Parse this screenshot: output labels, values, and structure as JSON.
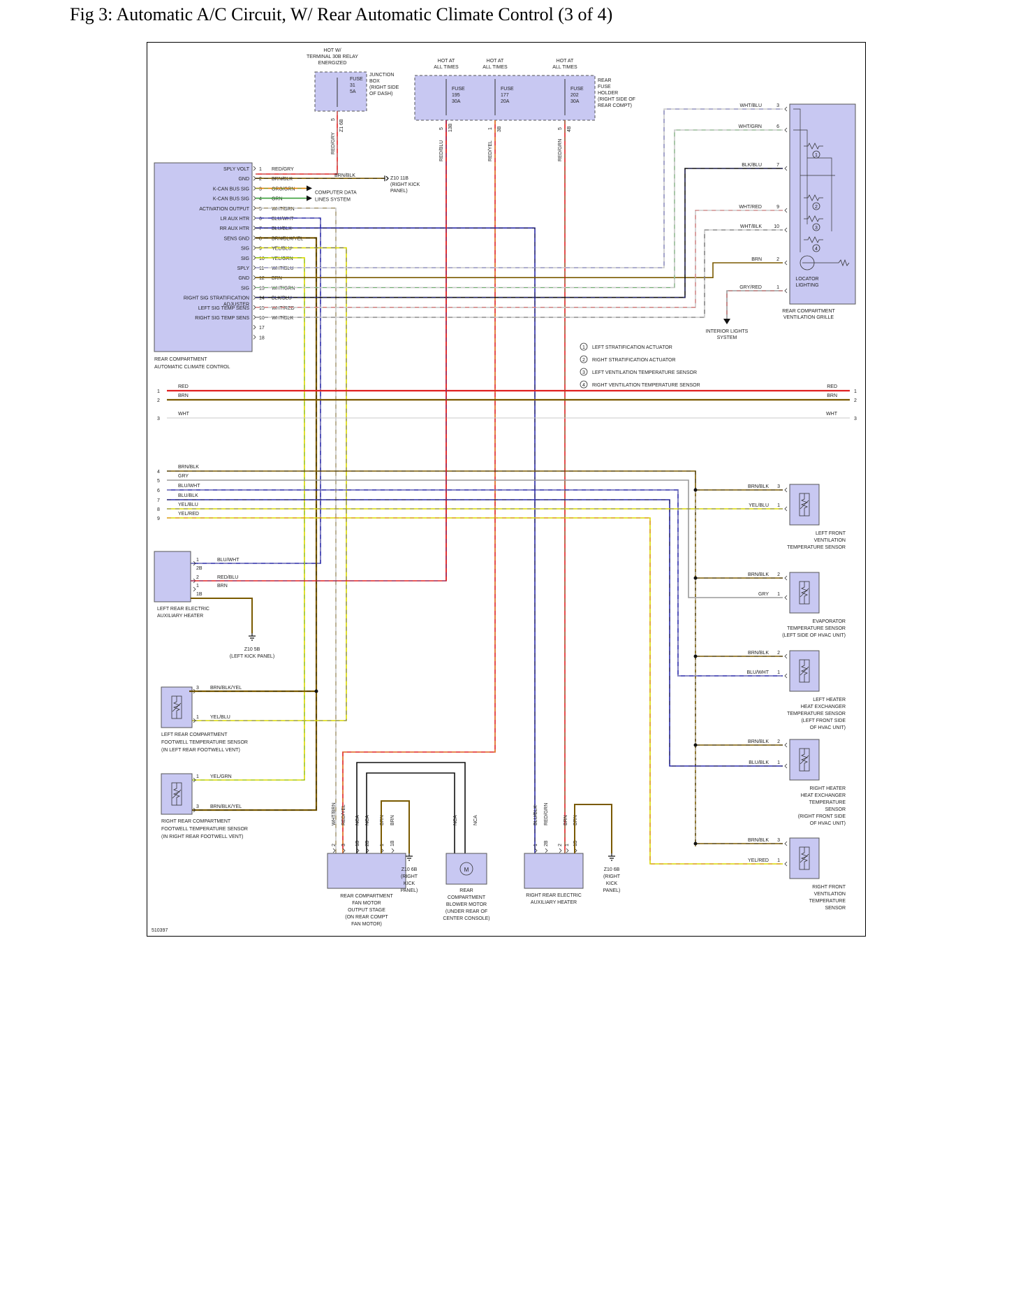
{
  "title": "Fig 3: Automatic A/C Circuit, W/ Rear Automatic Climate Control (3 of 4)",
  "diagram_id": "510397",
  "colors": {
    "RED": "#e02020",
    "BRN": "#7a5a00",
    "WHT": "#c8c8c8",
    "GRY": "#9a9a9a",
    "BLU": "#2a2aa8",
    "GRN": "#3aa03a",
    "YEL": "#d8d800",
    "ORG": "#e08000",
    "BLK": "#111111",
    "VIO": "#7a1a8a",
    "OLV": "#6a6a00",
    "LGN": "#a8d800"
  },
  "top": {
    "junction_box": {
      "hot_label": [
        "HOT W/",
        "TERMINAL 30B RELAY",
        "ENERGIZED"
      ],
      "fuse": [
        "FUSE",
        "31",
        "5A"
      ],
      "label": [
        "JUNCTION",
        "BOX",
        "(RIGHT SIDE",
        "OF DASH)"
      ],
      "pin": "5",
      "connector": "Z1 6B",
      "wire": "RED/GRY"
    },
    "rear_fuse": {
      "hot_labels": [
        [
          "HOT AT",
          "ALL TIMES"
        ],
        [
          "HOT AT",
          "ALL TIMES"
        ],
        [
          "HOT AT",
          "ALL TIMES"
        ]
      ],
      "fuses": [
        [
          "FUSE",
          "195",
          "30A"
        ],
        [
          "FUSE",
          "177",
          "20A"
        ],
        [
          "FUSE",
          "202",
          "30A"
        ]
      ],
      "label": [
        "REAR",
        "FUSE",
        "HOLDER",
        "(RIGHT SIDE OF",
        "REAR COMPT)"
      ],
      "pins": [
        "5",
        "1",
        "5"
      ],
      "connectors": [
        "13B",
        "3B",
        "4B"
      ],
      "wires": [
        "RED/BLU",
        "RED/YEL",
        "RED/GRN"
      ]
    }
  },
  "control": {
    "label": [
      "REAR COMPARTMENT",
      "AUTOMATIC CLIMATE CONTROL"
    ],
    "pins": [
      {
        "n": "1",
        "func": "SPLY VOLT",
        "wire": "RED/GRY"
      },
      {
        "n": "2",
        "func": "GND",
        "wire": "BRN/BLK"
      },
      {
        "n": "3",
        "func": "K-CAN BUS SIG",
        "wire": "ORG/GRN"
      },
      {
        "n": "4",
        "func": "K-CAN BUS SIG",
        "wire": "GRN"
      },
      {
        "n": "5",
        "func": "ACTIVATION OUTPUT",
        "wire": "WHT/BRN"
      },
      {
        "n": "6",
        "func": "LR AUX HTR",
        "wire": "BLU/WHT"
      },
      {
        "n": "7",
        "func": "RR AUX HTR",
        "wire": "BLU/BLK"
      },
      {
        "n": "8",
        "func": "SENS GND",
        "wire": "BRN/BLK/YEL"
      },
      {
        "n": "9",
        "func": "SIG",
        "wire": "YEL/BLU"
      },
      {
        "n": "10",
        "func": "SIG",
        "wire": "YEL/GRN"
      },
      {
        "n": "11",
        "func": "SPLY",
        "wire": "WHT/BLU"
      },
      {
        "n": "12",
        "func": "GND",
        "wire": "BRN"
      },
      {
        "n": "13",
        "func": "SIG",
        "wire": "WHT/GRN"
      },
      {
        "n": "14",
        "func": "RIGHT SIG STRATIFICATION ADJUSTER",
        "wire": "BLK/BLU"
      },
      {
        "n": "15",
        "func": "LEFT SIG TEMP SENS",
        "wire": "WHT/RED"
      },
      {
        "n": "16",
        "func": "RIGHT SIG TEMP SENS",
        "wire": "WHT/BLK"
      },
      {
        "n": "17",
        "func": "",
        "wire": ""
      },
      {
        "n": "18",
        "func": "",
        "wire": ""
      }
    ],
    "ground_label": [
      "Z10 11B",
      "(RIGHT KICK",
      "PANEL)"
    ],
    "ground_wire": "BRN/BLK",
    "data_lines": [
      "COMPUTER DATA",
      "LINES SYSTEM"
    ]
  },
  "grille": {
    "label": [
      "REAR COMPARTMENT",
      "VENTILATION GRILLE"
    ],
    "pins": [
      {
        "n": "3",
        "wire": "WHT/BLU"
      },
      {
        "n": "6",
        "wire": "WHT/GRN"
      },
      {
        "n": "7",
        "wire": "BLK/BLU"
      },
      {
        "n": "9",
        "wire": "WHT/RED"
      },
      {
        "n": "10",
        "wire": "WHT/BLK"
      },
      {
        "n": "2",
        "wire": "BRN"
      },
      {
        "n": "1",
        "wire": "GRY/RED"
      }
    ],
    "locator": [
      "LOCATOR",
      "LIGHTING"
    ],
    "interior": [
      "INTERIOR LIGHTS",
      "SYSTEM"
    ],
    "legend": [
      {
        "n": "1",
        "text": "LEFT STRATIFICATION ACTUATOR"
      },
      {
        "n": "2",
        "text": "RIGHT STRATIFICATION ACTUATOR"
      },
      {
        "n": "3",
        "text": "LEFT VENTILATION TEMPERATURE SENSOR"
      },
      {
        "n": "4",
        "text": "RIGHT VENTILATION TEMPERATURE SENSOR"
      }
    ]
  },
  "buses": [
    {
      "n": "1",
      "wire": "RED"
    },
    {
      "n": "2",
      "wire": "BRN"
    },
    {
      "n": "3",
      "wire": "WHT"
    }
  ],
  "left_bus": [
    {
      "n": "4",
      "wire": "BRN/BLK"
    },
    {
      "n": "5",
      "wire": "GRY"
    },
    {
      "n": "6",
      "wire": "BLU/WHT"
    },
    {
      "n": "7",
      "wire": "BLU/BLK"
    },
    {
      "n": "8",
      "wire": "YEL/BLU"
    },
    {
      "n": "9",
      "wire": "YEL/RED"
    }
  ],
  "sensors": [
    {
      "label": [
        "LEFT FRONT",
        "VENTILATION",
        "TEMPERATURE SENSOR"
      ],
      "pins": [
        {
          "n": "3",
          "wire": "BRN/BLK"
        },
        {
          "n": "1",
          "wire": "YEL/BLU"
        }
      ]
    },
    {
      "label": [
        "EVAPORATOR",
        "TEMPERATURE SENSOR",
        "(LEFT SIDE OF HVAC UNIT)"
      ],
      "pins": [
        {
          "n": "2",
          "wire": "BRN/BLK"
        },
        {
          "n": "1",
          "wire": "GRY"
        }
      ]
    },
    {
      "label": [
        "LEFT HEATER",
        "HEAT EXCHANGER",
        "TEMPERATURE SENSOR",
        "(LEFT FRONT SIDE",
        "OF HVAC UNIT)"
      ],
      "pins": [
        {
          "n": "2",
          "wire": "BRN/BLK"
        },
        {
          "n": "1",
          "wire": "BLU/WHT"
        }
      ]
    },
    {
      "label": [
        "RIGHT HEATER",
        "HEAT EXCHANGER",
        "TEMPERATURE",
        "SENSOR",
        "(RIGHT FRONT SIDE",
        "OF HVAC UNIT)"
      ],
      "pins": [
        {
          "n": "2",
          "wire": "BRN/BLK"
        },
        {
          "n": "1",
          "wire": "BLU/BLK"
        }
      ]
    },
    {
      "label": [
        "RIGHT FRONT",
        "VENTILATION",
        "TEMPERATURE",
        "SENSOR"
      ],
      "pins": [
        {
          "n": "3",
          "wire": "BRN/BLK"
        },
        {
          "n": "1",
          "wire": "YEL/RED"
        }
      ]
    }
  ],
  "left_heater": {
    "label": [
      "LEFT REAR ELECTRIC",
      "AUXILIARY HEATER"
    ],
    "pins": [
      {
        "n": "1",
        "c": "2B",
        "wire": "BLU/WHT"
      },
      {
        "n": "2",
        "c": "",
        "wire": "RED/BLU"
      },
      {
        "n": "1",
        "c": "1B",
        "wire": "BRN"
      }
    ],
    "ground": [
      "Z10 5B",
      "(LEFT KICK PANEL)"
    ]
  },
  "footwell": [
    {
      "label": [
        "LEFT REAR COMPARTMENT",
        "FOOTWELL TEMPERATURE SENSOR",
        "(IN LEFT REAR FOOTWELL VENT)"
      ],
      "pins": [
        {
          "n": "3",
          "wire": "BRN/BLK/YEL"
        },
        {
          "n": "1",
          "wire": "YEL/BLU"
        }
      ]
    },
    {
      "label": [
        "RIGHT REAR COMPARTMENT",
        "FOOTWELL TEMPERATURE SENSOR",
        "(IN RIGHT REAR FOOTWELL VENT)"
      ],
      "pins": [
        {
          "n": "1",
          "wire": "YEL/GRN"
        },
        {
          "n": "3",
          "wire": "BRN/BLK/YEL"
        }
      ]
    }
  ],
  "bottom": {
    "fan_stage": {
      "label": [
        "REAR COMPARTMENT",
        "FAN MOTOR",
        "OUTPUT STAGE",
        "(ON REAR COMPT",
        "FAN MOTOR)"
      ],
      "wires": [
        "WHT/BRN",
        "RED/YEL",
        "NCA",
        "NCA",
        "BRN",
        "BRN"
      ],
      "pins": [
        "2",
        "3",
        "1B",
        "2B",
        "1",
        "1B"
      ]
    },
    "blower": {
      "label": [
        "REAR",
        "COMPARTMENT",
        "BLOWER MOTOR",
        "(UNDER REAR OF",
        "CENTER CONSOLE)"
      ],
      "wires": [
        "NCA",
        "NCA"
      ],
      "motor": "M"
    },
    "right_heater": {
      "label": [
        "RIGHT REAR ELECTRIC",
        "AUXILIARY HEATER"
      ],
      "wires": [
        "BLU/BLK",
        "RED/GRN",
        "BRN",
        "BRN"
      ],
      "pins": [
        "1",
        "2B",
        "2",
        "1",
        "1B"
      ]
    },
    "grounds": [
      [
        "Z10 6B",
        "(RIGHT",
        "KICK",
        "PANEL)"
      ],
      [
        "Z10 6B",
        "(RIGHT",
        "KICK",
        "PANEL)"
      ]
    ]
  }
}
